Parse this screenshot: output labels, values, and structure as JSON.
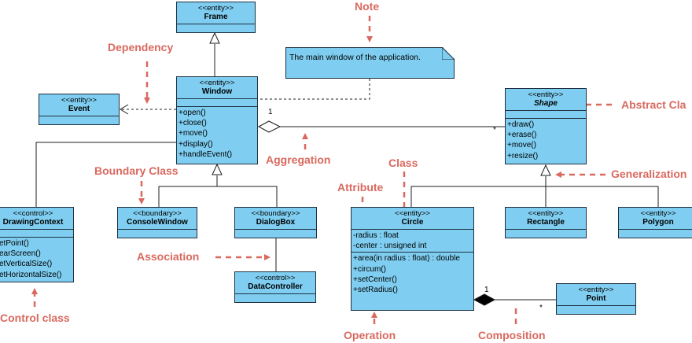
{
  "classes": {
    "frame": {
      "stereotype": "<<entity>>",
      "name": "Frame"
    },
    "window": {
      "stereotype": "<<entity>>",
      "name": "Window",
      "operations": [
        "+open()",
        "+close()",
        "+move()",
        "+display()",
        "+handleEvent()"
      ]
    },
    "event": {
      "stereotype": "<<entity>>",
      "name": "Event"
    },
    "shape": {
      "stereotype": "<<entity>>",
      "name": "Shape",
      "operations": [
        "+draw()",
        "+erase()",
        "+move()",
        "+resize()"
      ]
    },
    "drawing_context": {
      "stereotype": "<<control>>",
      "name": "DrawingContext",
      "operations": [
        "etPoint()",
        "earScreen()",
        "etVerticalSize()",
        "etHorizontalSize()"
      ]
    },
    "console_window": {
      "stereotype": "<<boundary>>",
      "name": "ConsoleWindow"
    },
    "dialog_box": {
      "stereotype": "<<boundary>>",
      "name": "DialogBox"
    },
    "data_controller": {
      "stereotype": "<<control>>",
      "name": "DataController"
    },
    "circle": {
      "stereotype": "<<entity>>",
      "name": "Circle",
      "attributes": [
        "-radius : float",
        "-center : unsigned int"
      ],
      "operations": [
        "+area(in radius : float) : double",
        "+circum()",
        "+setCenter()",
        "+setRadius()"
      ]
    },
    "rectangle": {
      "stereotype": "<<entity>>",
      "name": "Rectangle"
    },
    "polygon": {
      "stereotype": "<<entity>>",
      "name": "Polygon"
    },
    "point": {
      "stereotype": "<<entity>>",
      "name": "Point"
    }
  },
  "note": {
    "text": "The main window of the application."
  },
  "multiplicities": {
    "aggregation_one": "1",
    "aggregation_many": "*",
    "composition_one": "1",
    "composition_many": "*"
  },
  "annotations": {
    "note": "Note",
    "dependency": "Dependency",
    "abstract_class": "Abstract Cla",
    "aggregation": "Aggregation",
    "boundary_class": "Boundary Class",
    "class": "Class",
    "generalization": "Generalization",
    "attribute": "Attribute",
    "association": "Association",
    "control_class": "Control class",
    "operation": "Operation",
    "composition": "Composition"
  },
  "colors": {
    "class_fill": "#7fcef1",
    "class_border": "#1e3040",
    "annotation": "#d9695f",
    "line": "#1e1e1e"
  }
}
